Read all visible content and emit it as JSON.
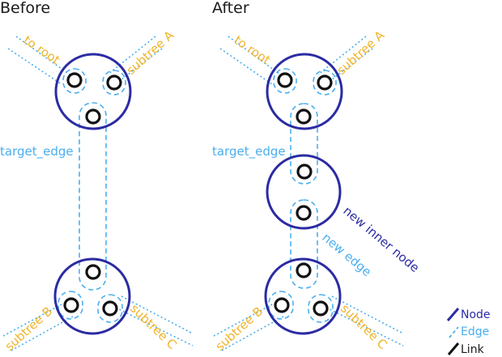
{
  "headings": {
    "before": "Before",
    "after": "After"
  },
  "labels": {
    "to_root": "to root",
    "subtree_a": "subtree A",
    "subtree_b": "subtree B",
    "subtree_c": "subtree C",
    "target_edge": "target_edge",
    "new_inner_node": "new inner node",
    "new_edge": "new edge"
  },
  "legend": {
    "node": "Node",
    "edge": "Edge",
    "link": "Link"
  },
  "colors": {
    "node": "#2b2ba3",
    "edge": "#4aaef0",
    "link": "#111111",
    "label": "#f0b429",
    "text": "#1a1a1a"
  }
}
